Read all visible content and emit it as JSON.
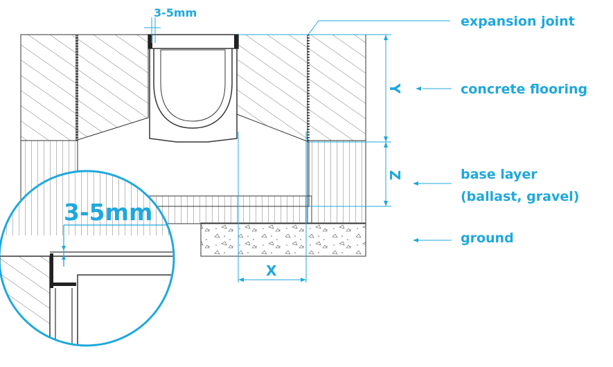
{
  "labels": {
    "top_gap": "3-5mm",
    "zoom_gap": "3-5mm",
    "expansion_joint": "expansion joint",
    "concrete_flooring": "concrete flooring",
    "base_layer_line1": "base layer",
    "base_layer_line2": "(ballast, gravel)",
    "ground": "ground",
    "dim_x": "X",
    "dim_y": "Y",
    "dim_z": "Z"
  },
  "colors": {
    "accent": "#1fa8dc",
    "line": "#333333",
    "background": "#ffffff"
  }
}
